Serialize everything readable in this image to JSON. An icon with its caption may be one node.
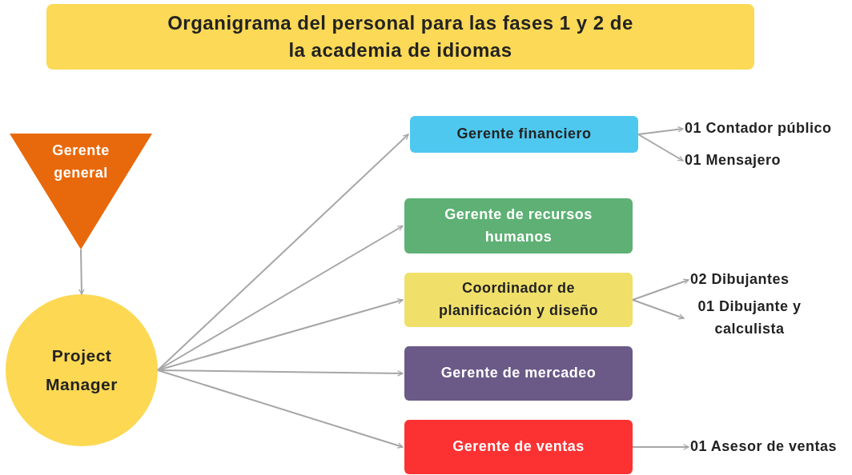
{
  "diagram": {
    "title": "Organigrama del personal para las fases 1 y 2 de la academia de idiomas",
    "nodes": [
      {
        "text": [
          "Gerente general"
        ]
      },
      {
        "text": [
          "Project Manager"
        ]
      },
      {
        "text": [
          "Gerente financiero"
        ]
      },
      {
        "text": [
          "Gerente de recursos humanos"
        ]
      },
      {
        "text": [
          "Coordinador de planificación y diseño"
        ]
      },
      {
        "text": [
          "Gerente de mercadeo"
        ]
      },
      {
        "text": [
          "Gerente de ventas"
        ]
      },
      {
        "text": [
          "01 Contador público"
        ]
      },
      {
        "text": [
          "01 Mensajero"
        ]
      },
      {
        "text": [
          "02 Dibujantes"
        ]
      },
      {
        "text": [
          "01 Dibujante y calculista"
        ]
      },
      {
        "text": [
          "01 Asesor de ventas"
        ]
      }
    ],
    "edges": [
      {
        "from": 0,
        "to": 1,
        "arrow": "to"
      },
      {
        "from": 1,
        "to": 2,
        "arrow": "to"
      },
      {
        "from": 1,
        "to": 3,
        "arrow": "to"
      },
      {
        "from": 1,
        "to": 4,
        "arrow": "to"
      },
      {
        "from": 1,
        "to": 5,
        "arrow": "to"
      },
      {
        "from": 1,
        "to": 6,
        "arrow": "to"
      },
      {
        "from": 2,
        "to": 7,
        "arrow": "to"
      },
      {
        "from": 2,
        "to": 8,
        "arrow": "to"
      },
      {
        "from": 4,
        "to": 9,
        "arrow": "to"
      },
      {
        "from": 4,
        "to": 10,
        "arrow": "to"
      },
      {
        "from": 6,
        "to": 11,
        "arrow": "to"
      }
    ]
  }
}
